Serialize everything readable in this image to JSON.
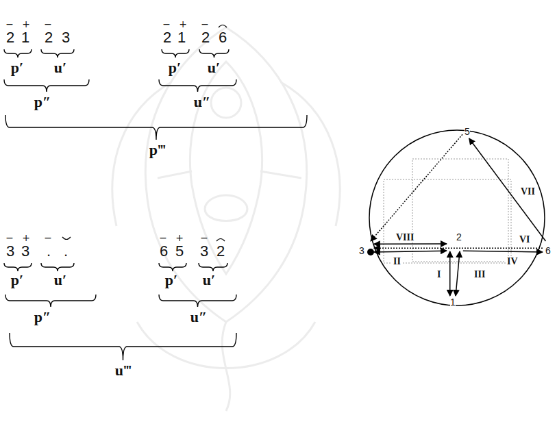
{
  "diagram": {
    "nodes": [
      {
        "text": [
          "5"
        ]
      },
      {
        "text": [
          "3"
        ]
      },
      {
        "text": [
          "2"
        ]
      },
      {
        "text": [
          "6"
        ]
      },
      {
        "text": [
          "1"
        ]
      }
    ],
    "edges": [
      {
        "from": 2,
        "to": 4,
        "arrow": "both",
        "label": "I"
      },
      {
        "from": 2,
        "to": 1,
        "arrow": "both",
        "label": "II"
      },
      {
        "from": 4,
        "to": 2,
        "arrow": "both",
        "label": "III"
      },
      {
        "from": 2,
        "to": 3,
        "arrow": "to",
        "label": "IV"
      },
      {
        "from": 3,
        "to": 1,
        "arrow": "to",
        "label": "VI"
      },
      {
        "from": 3,
        "to": 0,
        "arrow": "to",
        "label": "VII"
      },
      {
        "from": 0,
        "to": 1,
        "arrow": "to"
      },
      {
        "from": 1,
        "to": 2,
        "arrow": "both",
        "label": "VIII"
      }
    ],
    "labels": [
      "−",
      "+",
      "−",
      "2",
      "1",
      "2",
      "3",
      "p′",
      "u′",
      "p″",
      "−",
      "+",
      "−",
      "2",
      "1",
      "2",
      "6",
      "p′",
      "u′",
      "u″",
      "p‴",
      "−",
      "+",
      "−",
      "3",
      "3",
      ".",
      ".",
      "p′",
      "u′",
      "p″",
      "−",
      "+",
      "−",
      "6",
      "5",
      "3",
      "2",
      "p′",
      "u′",
      "u″",
      "u‴"
    ]
  }
}
